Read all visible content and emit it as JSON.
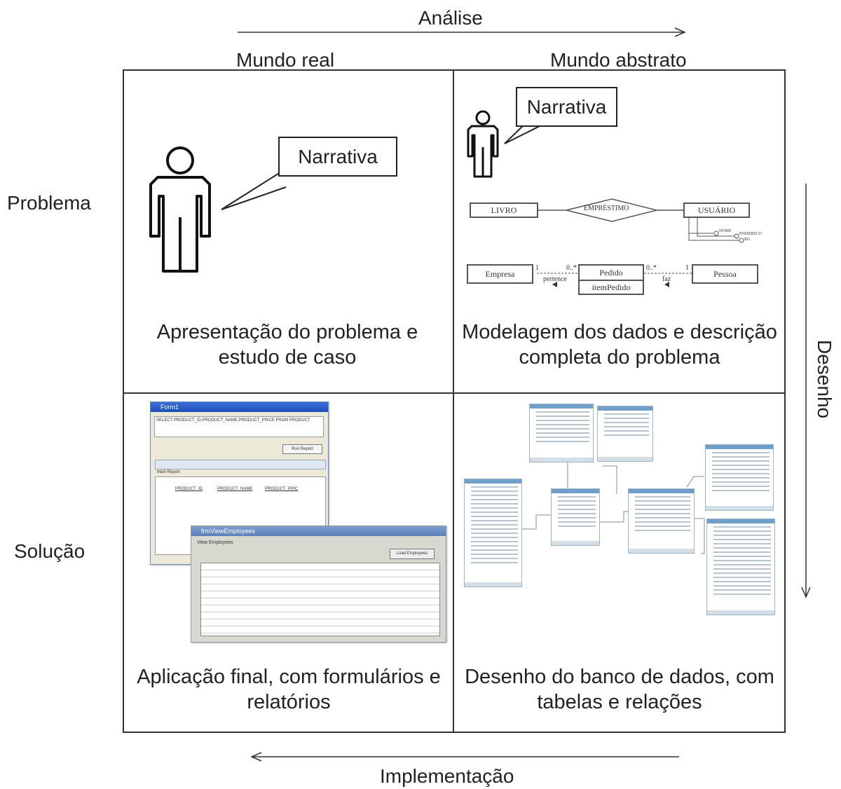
{
  "top_axis": {
    "label": "Análise"
  },
  "bottom_axis": {
    "label": "Implementação"
  },
  "right_axis": {
    "label": "Desenho"
  },
  "columns": {
    "left": "Mundo real",
    "right": "Mundo abstrato"
  },
  "rows": {
    "top": "Problema",
    "bottom": "Solução"
  },
  "quadrants": {
    "top_left": {
      "bubble": "Narrativa",
      "caption_line1": "Apresentação do problema e",
      "caption_line2": "estudo de caso"
    },
    "top_right": {
      "bubble": "Narrativa",
      "caption_line1": "Modelagem dos dados e descrição",
      "caption_line2": "completa do problema",
      "er": {
        "entity1": "LIVRO",
        "relation": "EMPRÉSTIMO",
        "entity2": "USUÁRIO",
        "attrs": [
          "NOME",
          "ENDERECO",
          "RG"
        ],
        "class1": "Empresa",
        "class2": "Pedido",
        "class2_sub": "itemPedido",
        "class3": "Pessoa",
        "assoc1": "pertence",
        "assoc2": "faz",
        "mult_a": "1",
        "mult_b": "0..*",
        "mult_c": "0..*",
        "mult_d": "1"
      }
    },
    "bottom_left": {
      "caption_line1": "Aplicação final, com formulários e",
      "caption_line2": "relatórios",
      "win1_title": "Form1",
      "win1_query": "SELECT PRODUCT_ID,PRODUCT_NAME,PRODUCT_PRICE FROM PRODUCT",
      "win1_button": "Run Report",
      "win1_tab": "Main Report",
      "win1_cols": [
        "PRODUCT_ID",
        "PRODUCT_NAME",
        "PRODUCT_PRIC"
      ],
      "win2_title": "frmViewEmployees",
      "win2_subtitle": "View Employees",
      "win2_button": "Load Employees"
    },
    "bottom_right": {
      "caption_line1": "Desenho do banco de dados, com",
      "caption_line2": "tabelas e relações"
    }
  },
  "colors": {
    "line": "#333333",
    "table_header": "#6f9fc8",
    "window_title": "#1d4fb8"
  }
}
